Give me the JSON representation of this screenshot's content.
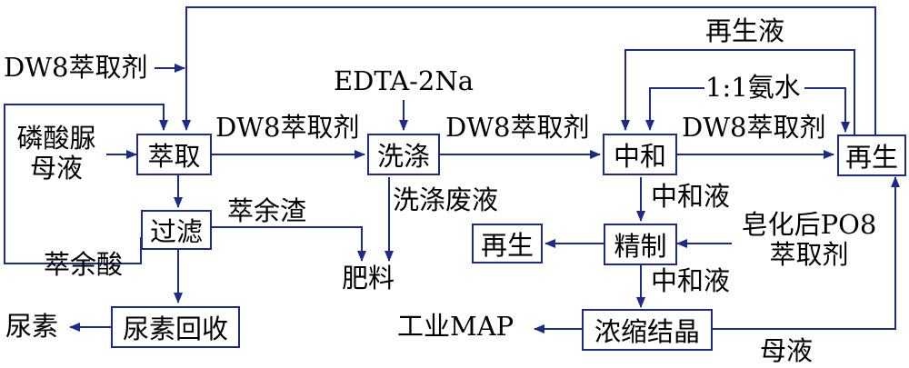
{
  "colors": {
    "line": "#1c2a8c",
    "text": "#000000",
    "background": "#ffffff"
  },
  "boxes": {
    "extract": "萃取",
    "wash": "洗涤",
    "neutralize": "中和",
    "regen_top": "再生",
    "filter": "过滤",
    "refine": "精制",
    "regen_mid": "再生",
    "urea_recovery": "尿素回收",
    "concentrate": "浓缩结晶"
  },
  "labels": {
    "dw8_input": "DW8萃取剂",
    "mother_liquor_in": "磷酸脲\n母液",
    "edta": "EDTA-2Na",
    "dw8_to_wash": "DW8萃取剂",
    "dw8_to_neutral": "DW8萃取剂",
    "dw8_to_regen": "DW8萃取剂",
    "regen_liquid": "再生液",
    "ammonia": "1:1氨水",
    "raffinate_residue": "萃余渣",
    "wash_waste": "洗涤废液",
    "raffinate_acid": "萃余酸",
    "fertilizer": "肥料",
    "urea": "尿素",
    "neutral_liquid_1": "中和液",
    "neutral_liquid_2": "中和液",
    "po8": "皂化后PO8\n萃取剂",
    "industrial_map": "工业MAP",
    "mother_liquor_out": "母液"
  }
}
